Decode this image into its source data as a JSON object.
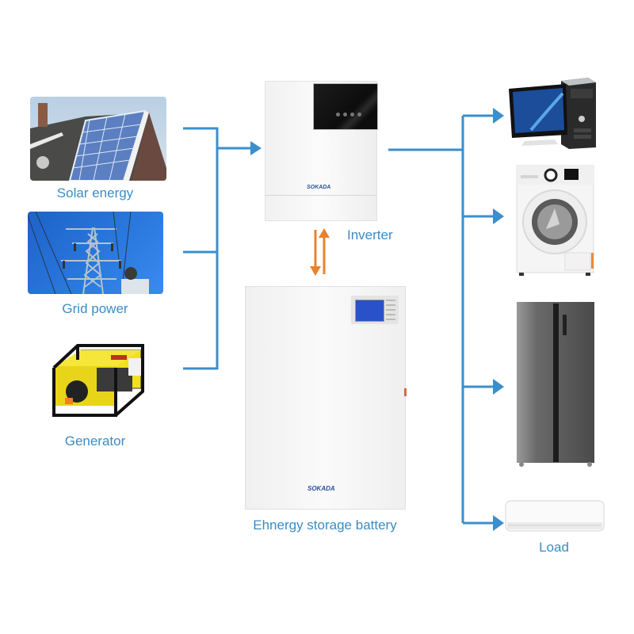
{
  "colors": {
    "wire": "#3a8fcc",
    "label": "#3a8cc4",
    "battery_arrow": "#e8822e"
  },
  "sources": [
    {
      "id": "solar",
      "label": "Solar energy",
      "icon": "solar-panel-roof-icon"
    },
    {
      "id": "grid",
      "label": "Grid power",
      "icon": "power-tower-icon"
    },
    {
      "id": "generator",
      "label": "Generator",
      "icon": "generator-icon"
    }
  ],
  "inverter": {
    "label": "Inverter",
    "brand": "SOKADA"
  },
  "battery": {
    "label": "Ehnergy storage battery",
    "brand": "SOKADA"
  },
  "loads": {
    "label": "Load",
    "items": [
      {
        "id": "computer",
        "icon": "desktop-computer-icon"
      },
      {
        "id": "washer",
        "icon": "washing-machine-icon"
      },
      {
        "id": "fridge",
        "icon": "refrigerator-icon"
      },
      {
        "id": "ac",
        "icon": "air-conditioner-icon"
      }
    ]
  }
}
